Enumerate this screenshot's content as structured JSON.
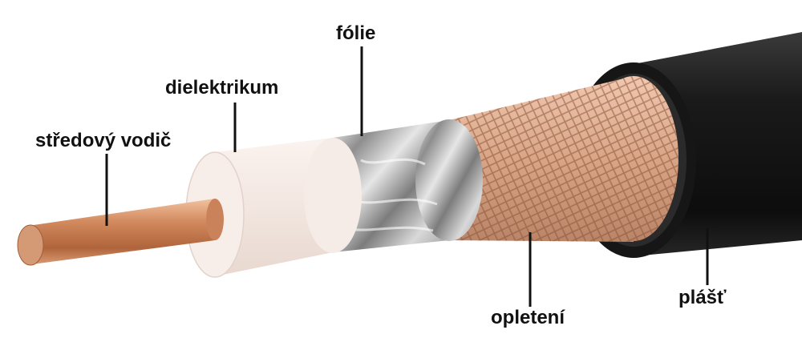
{
  "labels": {
    "center_conductor": "středový vodič",
    "dielectric": "dielektrikum",
    "foil": "fólie",
    "braid": "opletení",
    "jacket": "plášť"
  },
  "colors": {
    "copper": "#c9825a",
    "dielectric": "#f3e9e4",
    "foil": "#b9b9b9",
    "braid": "#e0b49a",
    "jacket": "#1b1b1b",
    "leader": "#111111"
  }
}
